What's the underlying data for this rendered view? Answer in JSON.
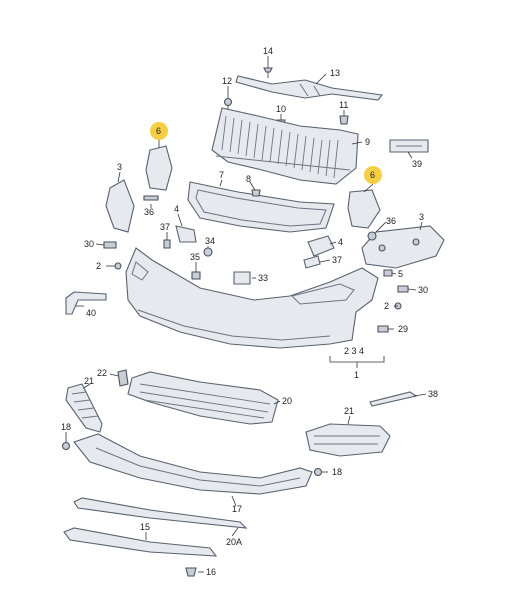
{
  "labels": {
    "p14": "14",
    "p13": "13",
    "p12": "12",
    "p10": "10",
    "p11": "11",
    "p9": "9",
    "p39": "39",
    "p6a": "6",
    "p6b": "6",
    "p3a": "3",
    "p3b": "3",
    "p7": "7",
    "p8": "8",
    "p36a": "36",
    "p36b": "36",
    "p4a": "4",
    "p4b": "4",
    "p37a": "37",
    "p37b": "37",
    "p34": "34",
    "p30a": "30",
    "p30b": "30",
    "p2a": "2",
    "p2b": "2",
    "p5": "5",
    "p35": "35",
    "p33": "33",
    "p40": "40",
    "p29": "29",
    "p1grp": "2 3 4",
    "p1": "1",
    "p22": "22",
    "p21a": "21",
    "p21b": "21",
    "p20": "20",
    "p38": "38",
    "p18a": "18",
    "p18b": "18",
    "p17": "17",
    "p15": "15",
    "p20A": "20A",
    "p16": "16"
  },
  "colors": {
    "highlight": "#f4cf44",
    "part_fill": "#e6e9ee",
    "part_stroke": "#5a6270"
  }
}
